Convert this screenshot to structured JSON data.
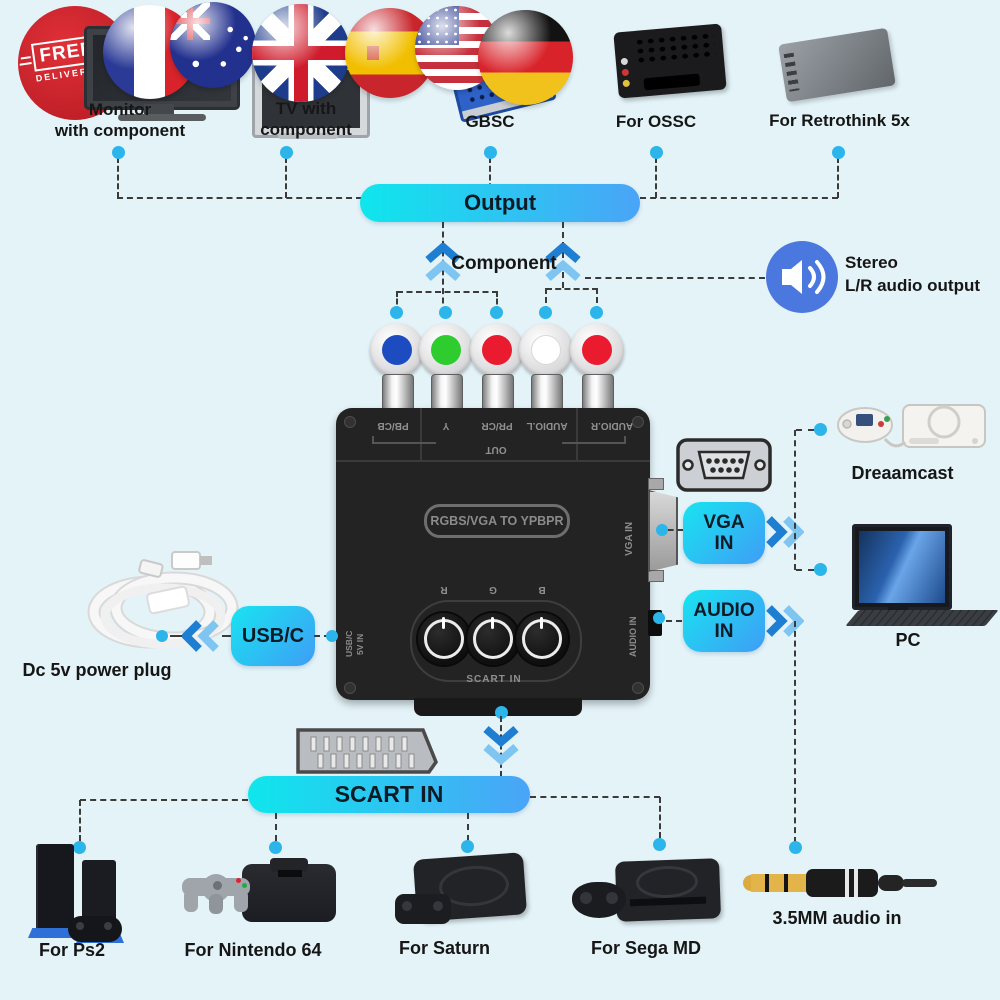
{
  "badge": {
    "free": "FREE",
    "delivery": "DELIVERY"
  },
  "top": {
    "monitor_label": "Monitor\nwith component",
    "tv_label": "TV with\ncomponent",
    "gbsc_label": "GBSC",
    "ossc_label": "For OSSC",
    "retrothink_label": "For Retrothink 5x"
  },
  "flags": [
    "france",
    "australia",
    "uk",
    "spain",
    "usa",
    "germany"
  ],
  "connections": {
    "output": "Output",
    "component": "Component",
    "stereo": "Stereo\nL/R audio output",
    "vga_in": "VGA\nIN",
    "audio_in": "AUDIO\nIN",
    "usbc": "USB/C",
    "scart_in": "SCART IN"
  },
  "device": {
    "model": "RGBS/VGA TO YPBPR",
    "ports_top": [
      "PB/CB",
      "Y",
      "PR/CR",
      "AUDIO.L",
      "AUDIO.R"
    ],
    "out": "OUT",
    "vga_side": "VGA IN",
    "audio_side": "AUDIO IN",
    "usb_side": "USB/C\n5V IN",
    "scart_bottom": "SCART IN",
    "knobs": [
      "R",
      "G",
      "B"
    ]
  },
  "right_devices": {
    "dreamcast": "Dreaamcast",
    "pc": "PC"
  },
  "left_devices": {
    "power": "Dc 5v power plug"
  },
  "bottom_devices": {
    "ps2": "For Ps2",
    "n64": "For Nintendo 64",
    "saturn": "For Saturn",
    "segamd": "For Sega MD",
    "jack": "3.5MM audio in"
  },
  "colors": {
    "background": "#e3f3f8",
    "pill_start": "#0fe6ec",
    "pill_end": "#4aa4f7",
    "dot": "#2cb5ea",
    "chevron_dark": "#1e7ed2",
    "chevron_light": "#7fc5f1",
    "speaker_circle": "#4b78de",
    "dash": "#3b3b3b"
  }
}
